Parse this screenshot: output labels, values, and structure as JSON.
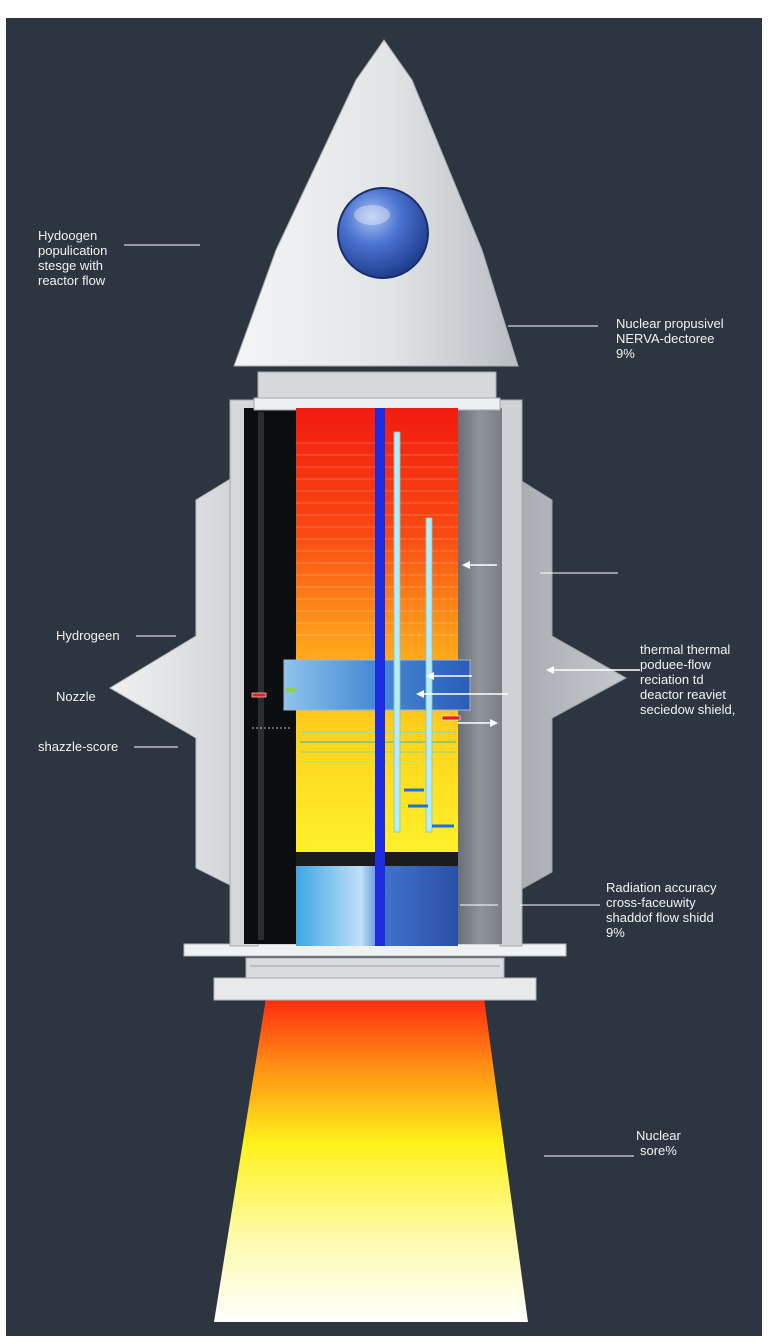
{
  "labels": {
    "hydrogen_population": [
      "Hydoogen",
      "populication",
      "stesge with",
      "reactor flow"
    ],
    "nuclear_propulsion": [
      "Nuclear propusivel",
      "NERVA-dectoree",
      "9%"
    ],
    "hydrogen": "Hydrogeen",
    "nozzle": "Nozzle",
    "shazzle_score": "shazzle-score",
    "thermal": [
      "thermal thermal",
      "poduee-flow",
      "reciation td",
      "deactor reaviet",
      "seciedow shield,"
    ],
    "radiation": [
      "Radiation accuracy",
      "cross-faceuwity",
      "shaddof flow shidd",
      "9%"
    ],
    "nuclear_score": [
      "Nuclear",
      "sore%"
    ]
  },
  "colors": {
    "background": "#2d3640",
    "frame": "#ffffff",
    "nose_cone": "#e4e6e8",
    "window": "#3f66c8",
    "core_hot": "#f11b10",
    "core_mid": "#ff9a1a",
    "core_cool": "#ffe21c",
    "control_rod": "#1d2be0",
    "moderator_blue": "#3a86d8",
    "exhaust_hot": "#ff3a10",
    "exhaust_yellow": "#fff21a"
  }
}
